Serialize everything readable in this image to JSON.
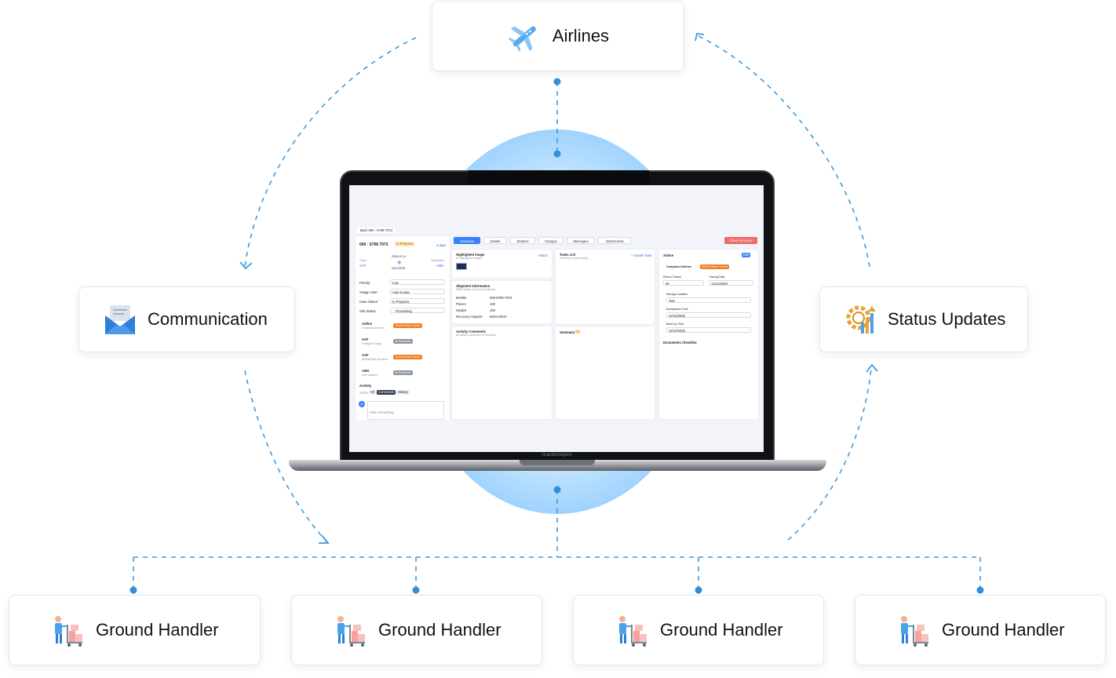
{
  "nodes": {
    "airlines": {
      "label": "Airlines",
      "icon": "airplane-icon"
    },
    "communication": {
      "label": "Communication",
      "icon": "envelope-icon"
    },
    "status_updates": {
      "label": "Status Updates",
      "icon": "gear-chart-icon"
    },
    "ground_handlers": [
      {
        "label": "Ground Handler",
        "icon": "hand-truck-worker-icon"
      },
      {
        "label": "Ground Handler",
        "icon": "hand-truck-worker-icon"
      },
      {
        "label": "Ground Handler",
        "icon": "hand-truck-worker-icon"
      },
      {
        "label": "Ground Handler",
        "icon": "hand-truck-worker-icon"
      }
    ]
  },
  "colors": {
    "connector": "#3a9be0",
    "glow": "#62b7fb",
    "accent_orange": "#f47b20",
    "accent_blue": "#3b82f6",
    "danger": "#ef6b6b"
  },
  "laptop": {
    "brand": "macbookpro"
  },
  "app": {
    "back": "Back 000 - 5798 7973",
    "case_id": "000 - 5798 7973",
    "status_pill": "In Progress",
    "days": "3 days",
    "route": {
      "origin_label": "Origin",
      "origin": "AAF",
      "destination_label": "Destination",
      "destination": "AMS",
      "date": "2025-12-11",
      "flight": "222-01578"
    },
    "fields": [
      {
        "label": "Priority:",
        "value": "Low"
      },
      {
        "label": "Assign User:",
        "value": "Amit Kumar"
      },
      {
        "label": "Case Status:",
        "value": "In Progress"
      },
      {
        "label": "Sub Status:",
        "value": "Processing"
      }
    ],
    "stations": [
      {
        "code": "Airline",
        "name": "Compass Airlines",
        "badge": "10/100 Pieces Traced",
        "badge_type": "orange"
      },
      {
        "code": "AAF",
        "name": "Decaport Cargo",
        "badge": "No Response",
        "badge_type": "grey"
      },
      {
        "code": "AAF",
        "name": "WorldFlight Services",
        "badge": "10/100 Pieces Traced",
        "badge_type": "orange"
      },
      {
        "code": "AMS",
        "name": "One Aviation",
        "badge": "No Response",
        "badge_type": "grey"
      }
    ],
    "activity": {
      "title": "Activity",
      "show": "Show:",
      "filters": [
        "All",
        "Comments",
        "History"
      ],
      "avatar": "AK",
      "placeholder": "Write something..."
    },
    "tabs": [
      "Overview",
      "Details",
      "Stations",
      "Charges",
      "Messages",
      "Attachments"
    ],
    "close_button": "Close Recovery",
    "highlighted_image": {
      "title": "Highlighted Image",
      "subtitle": "All highlighted images",
      "action": "Attach"
    },
    "shipment": {
      "title": "Shipment Information",
      "subtitle": "AWB Details & Recovery Aspects",
      "rows": [
        {
          "k": "MAWB",
          "v": "000-5798 7973"
        },
        {
          "k": "Pieces",
          "v": "100"
        },
        {
          "k": "Weight",
          "v": "100"
        },
        {
          "k": "Recovery Aspects",
          "v": "MISCHECK"
        }
      ]
    },
    "activity_comments": {
      "title": "Activity Comments",
      "subtitle": "All activity comments for this case"
    },
    "tasks": {
      "title": "Tasks List",
      "subtitle": "Overview of your task(s)",
      "action": "+ Create Task"
    },
    "summary": {
      "title": "Summary",
      "badge": "AI"
    },
    "airline_panel": {
      "title": "Airline",
      "edit": "Edit",
      "name": "Compass Airlines",
      "badge": "10/100 Pieces Traced",
      "pieces_label": "Pieces Traced",
      "pieces": "00",
      "date_label": "Tracing Date",
      "date": "12/12/2025",
      "storage_label": "Storage Location",
      "storage": "Test",
      "acceptance_label": "Acceptance Time",
      "acceptance": "12/12/2025",
      "buildup_label": "Build Up Time",
      "buildup": "12/12/2025",
      "docs": "Documents Checklist"
    }
  }
}
